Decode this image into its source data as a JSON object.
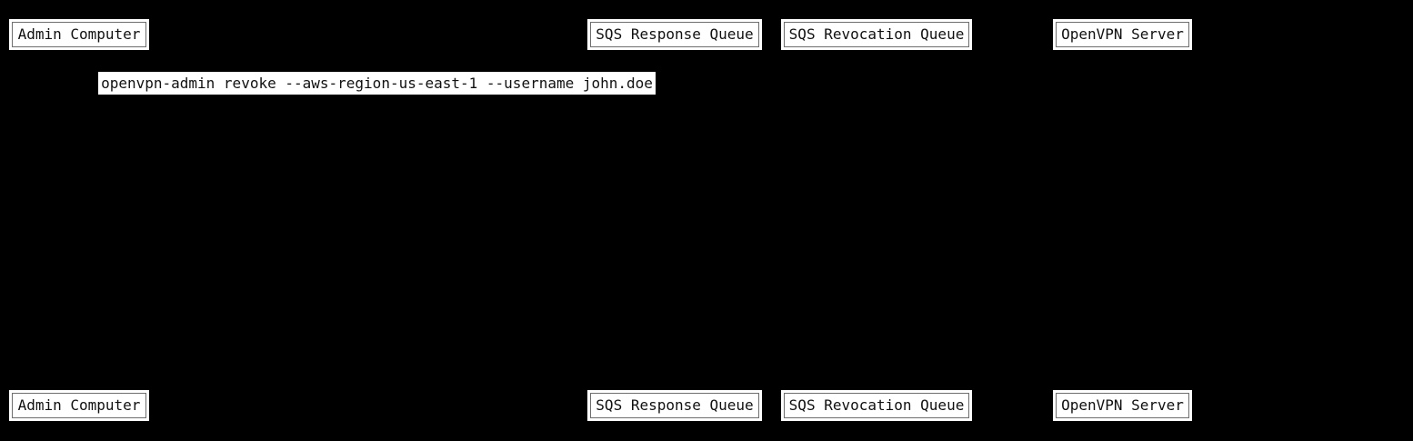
{
  "diagram": {
    "type": "sequence-diagram",
    "background_color": "#000000",
    "box_fill": "#ffffff",
    "box_border_color": "#6e6e6e",
    "text_color": "#111111",
    "participants": [
      {
        "label": "Admin Computer"
      },
      {
        "label": "SQS Response Queue"
      },
      {
        "label": "SQS Revocation Queue"
      },
      {
        "label": "OpenVPN Server"
      }
    ],
    "messages": [
      {
        "label": "openvpn-admin revoke --aws-region-us-east-1 --username john.doe"
      }
    ]
  }
}
